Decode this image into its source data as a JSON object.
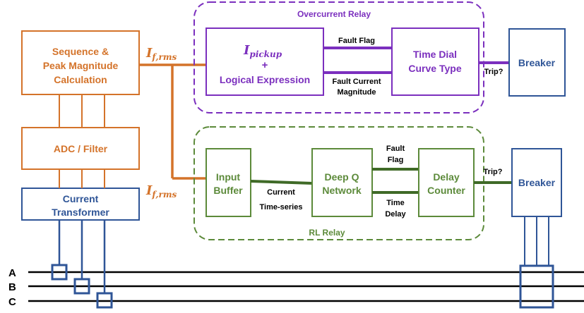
{
  "colors": {
    "orange": "#D4732A",
    "purple": "#7B2FBE",
    "green": "#5C8A3A",
    "dark_green": "#3F6A27",
    "blue": "#2F5597",
    "black": "#000000"
  },
  "current_transformer": {
    "line1": "Current",
    "line2": "Transformer"
  },
  "adc_filter": {
    "label": "ADC / Filter"
  },
  "sequence_block": {
    "line1": "Sequence &",
    "line2": "Peak Magnitude",
    "line3": "Calculation"
  },
  "if_rms_label": {
    "base": "I",
    "subscript": "f,rms"
  },
  "overcurrent_relay": {
    "title": "Overcurrent Relay",
    "pickup_base": "I",
    "pickup_sub": "pickup",
    "plus": "+",
    "logical_expression": "Logical Expression",
    "fault_flag": "Fault Flag",
    "fault_current_line1": "Fault Current",
    "fault_current_line2": "Magnitude",
    "time_dial_line1": "Time Dial",
    "time_dial_line2": "Curve Type",
    "trip": "Trip?"
  },
  "rl_relay": {
    "title": "RL Relay",
    "input_buffer_line1": "Input",
    "input_buffer_line2": "Buffer",
    "current_ts_line1": "Current",
    "current_ts_line2": "Time-series",
    "dqn_line1": "Deep Q",
    "dqn_line2": "Network",
    "fault_flag_line1": "Fault",
    "fault_flag_line2": "Flag",
    "time_delay_line1": "Time",
    "time_delay_line2": "Delay",
    "delay_counter_line1": "Delay",
    "delay_counter_line2": "Counter",
    "trip": "Trip?"
  },
  "breaker_top": {
    "label": "Breaker"
  },
  "breaker_bottom": {
    "label": "Breaker"
  },
  "phases": [
    "A",
    "B",
    "C"
  ]
}
